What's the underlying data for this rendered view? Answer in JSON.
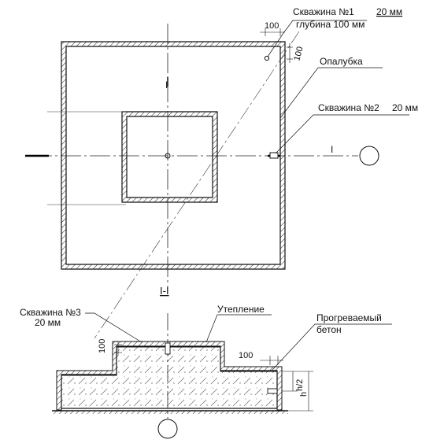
{
  "labels": {
    "well1_title": "Скважина №1",
    "well1_diam": "20 мм",
    "well1_depth": "глубина 100 мм",
    "formwork": "Опалубка",
    "well2_title": "Скважина №2",
    "well2_diam": "20 мм",
    "well3_title": "Скважина №3",
    "well3_diam": "20 мм",
    "insulation": "Утепление",
    "heated_concrete_1": "Прогреваемый",
    "heated_concrete_2": "бетон"
  },
  "section": {
    "mark_top": "I",
    "mark_right": "I",
    "title": "I-I"
  },
  "dimensions": {
    "plan_100_horizontal": "100",
    "plan_100_vertical": "100",
    "section_100_left": "100",
    "section_100_right": "100",
    "section_half_h": "h/2",
    "section_h": "h"
  }
}
